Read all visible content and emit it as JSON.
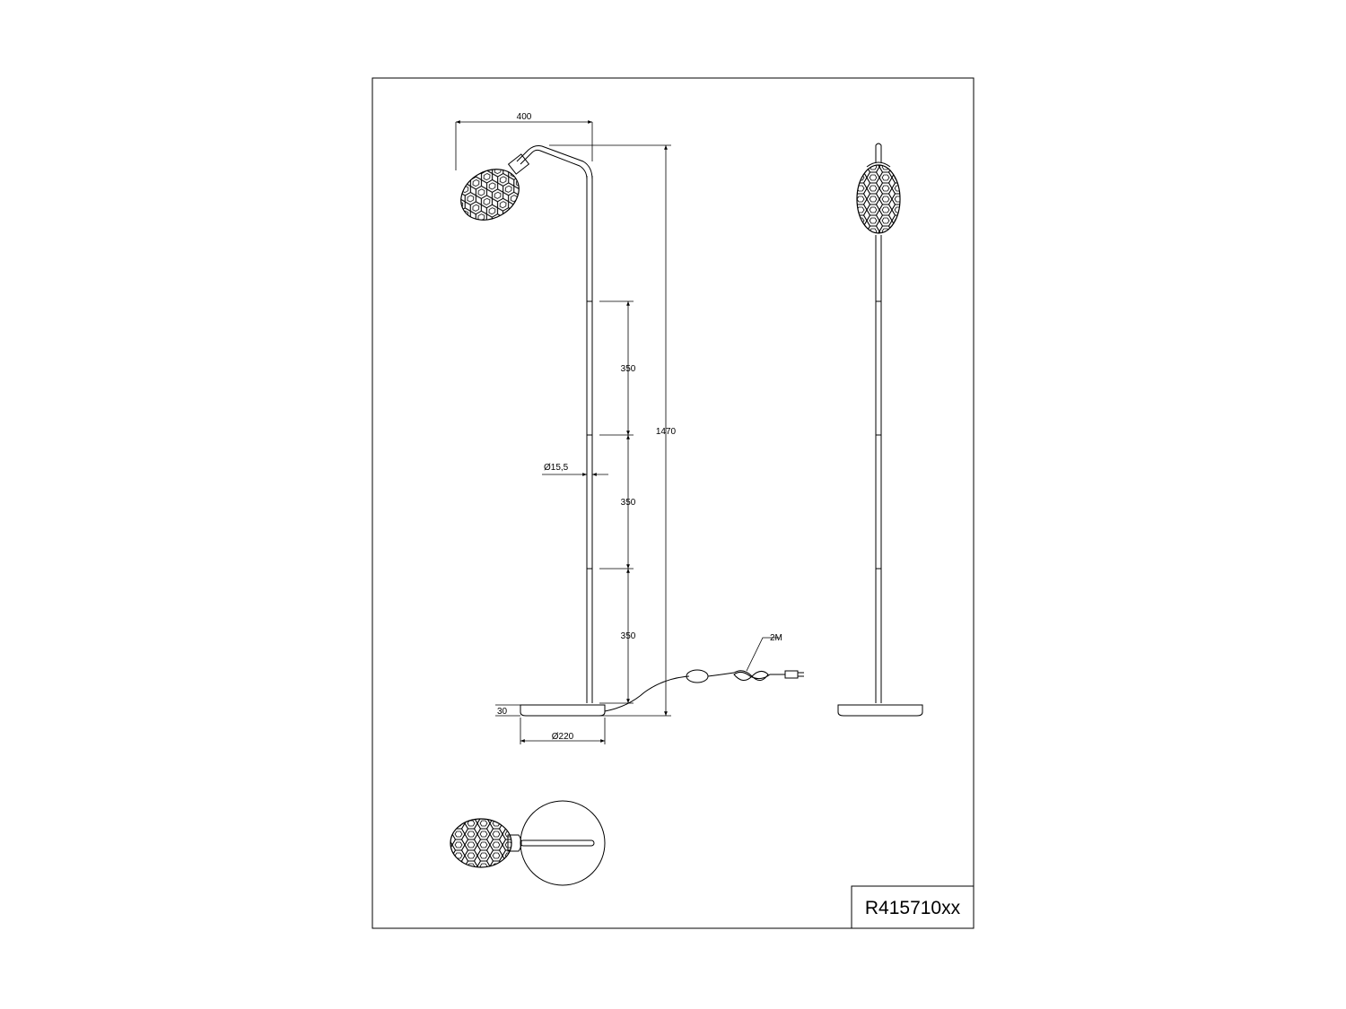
{
  "drawing": {
    "product_code": "R415710xx",
    "dimensions": {
      "arm_width": "400",
      "total_height": "1470",
      "segment_1": "350",
      "segment_2": "350",
      "segment_3": "350",
      "tube_diameter": "Ø15,5",
      "base_height": "30",
      "base_diameter": "Ø220",
      "cable_length": "2M"
    }
  },
  "colors": {
    "line": "#000000",
    "background": "#ffffff"
  }
}
